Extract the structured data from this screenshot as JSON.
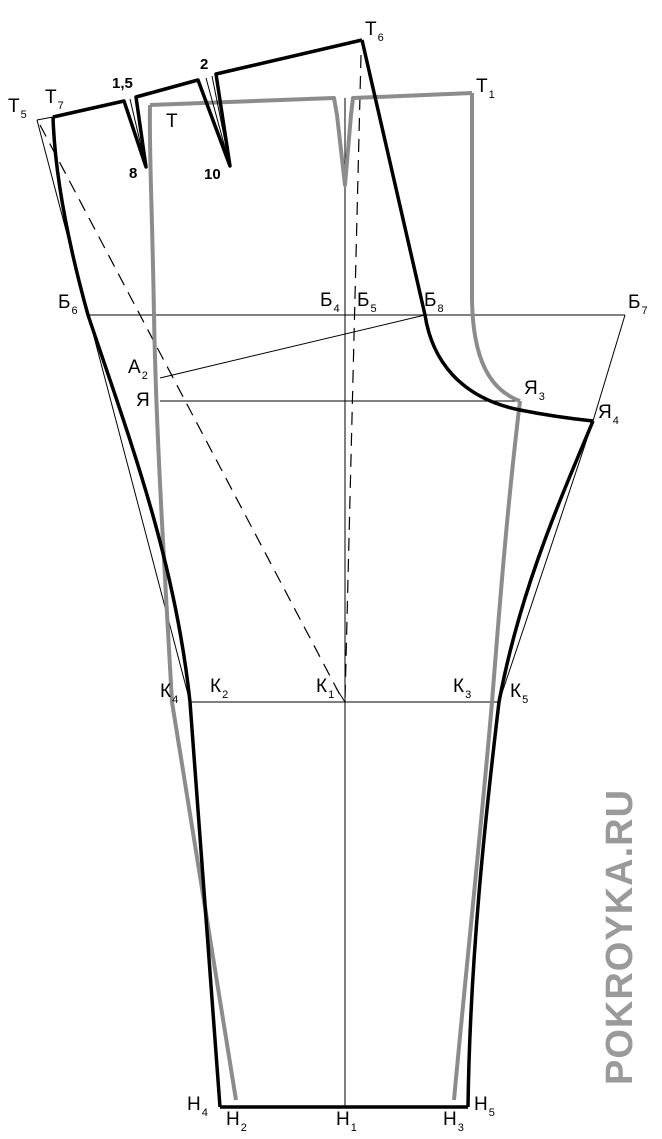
{
  "labels": {
    "t6": "Т6",
    "t7": "Т7",
    "t5": "Т5",
    "t1": "Т1",
    "t": "Т",
    "b6": "Б6",
    "b4": "Б4",
    "b5": "Б5",
    "b8": "Б8",
    "b7": "Б7",
    "a2": "А2",
    "ya": "Я",
    "ya3": "Я3",
    "ya4": "Я4",
    "k4": "К4",
    "k2": "К2",
    "k1": "К1",
    "k3": "К3",
    "k5": "К5",
    "n4": "Н4",
    "n2": "Н2",
    "n1": "Н1",
    "n3": "Н3",
    "n5": "Н5"
  },
  "dart_values": {
    "d1_top": "1,5",
    "d1_len": "8",
    "d2_top": "2",
    "d2_len": "10"
  },
  "watermark": "POKROYKA.RU",
  "colors": {
    "front_outline": "#8c8c8c",
    "back_outline": "#000000",
    "watermark": "#9a9a9a"
  }
}
